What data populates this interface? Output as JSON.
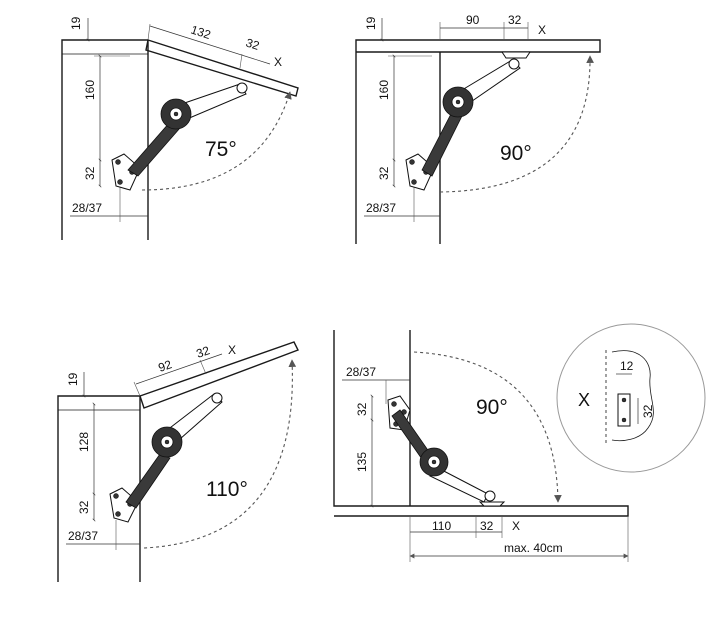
{
  "panels": {
    "p75": {
      "angle": "75°",
      "dim_top": "19",
      "dim_along": "132",
      "dim_small": "32",
      "marker": "X",
      "dim_vertical": "160",
      "dim_lower": "32",
      "dim_offset": "28/37"
    },
    "p90": {
      "angle": "90°",
      "dim_top": "19",
      "dim_along": "90",
      "dim_small": "32",
      "marker": "X",
      "dim_vertical": "160",
      "dim_lower": "32",
      "dim_offset": "28/37"
    },
    "p110": {
      "angle": "110°",
      "dim_top": "19",
      "dim_along": "92",
      "dim_small": "32",
      "marker": "X",
      "dim_vertical": "128",
      "dim_lower": "32",
      "dim_offset": "28/37"
    },
    "pflap": {
      "angle": "90°",
      "dim_offset": "28/37",
      "dim_upper": "32",
      "dim_vertical": "135",
      "dim_bottom": "110",
      "dim_small": "32",
      "marker": "X",
      "dim_max": "max. 40cm"
    },
    "detail": {
      "marker": "X",
      "dim_h": "12",
      "dim_v": "32"
    }
  }
}
